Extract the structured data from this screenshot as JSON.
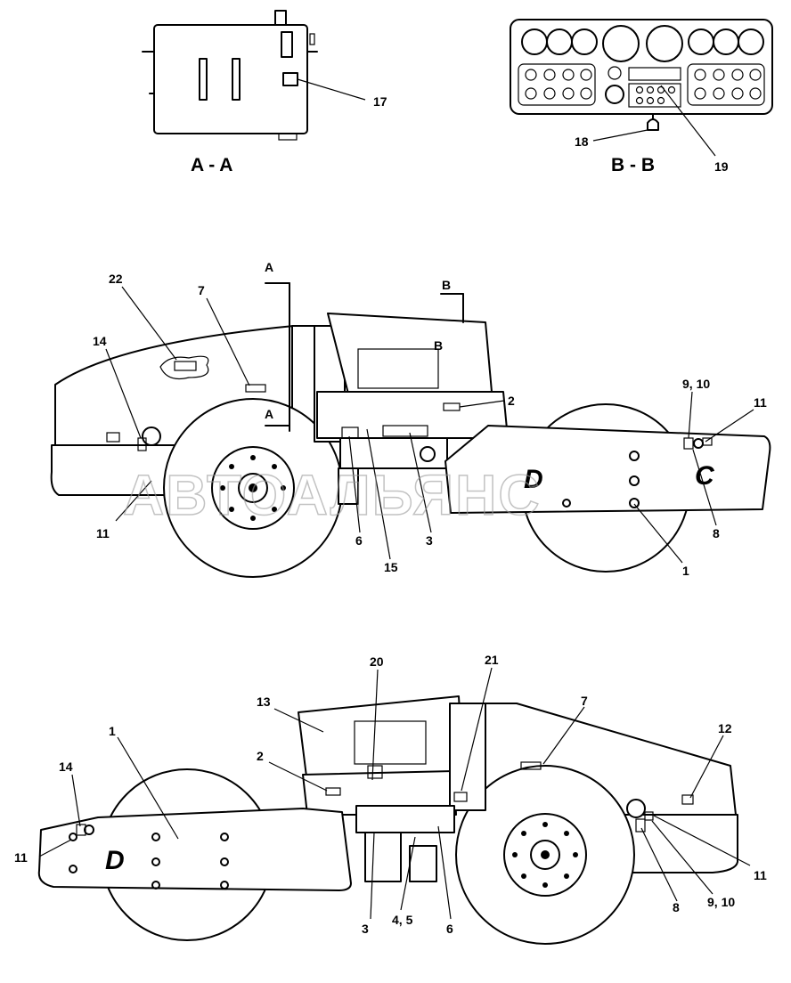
{
  "views": {
    "section_a": "A - A",
    "section_b": "B - B",
    "cut_a_top": "A",
    "cut_a_bottom": "A",
    "cut_b_top": "B",
    "cut_b_bottom": "B"
  },
  "callouts": {
    "top": [
      "17",
      "18",
      "19"
    ],
    "middle": [
      "22",
      "7",
      "14",
      "11",
      "6",
      "15",
      "3",
      "2",
      "9, 10",
      "11",
      "8",
      "1"
    ],
    "bottom": [
      "20",
      "21",
      "13",
      "1",
      "2",
      "7",
      "12",
      "14",
      "11",
      "3",
      "4, 5",
      "6",
      "8",
      "9, 10",
      "11"
    ]
  },
  "logos": {
    "drum_d": "D",
    "frame_c": "C",
    "bottom_d": "D"
  },
  "watermark": "АВТОАЛЬЯНС"
}
